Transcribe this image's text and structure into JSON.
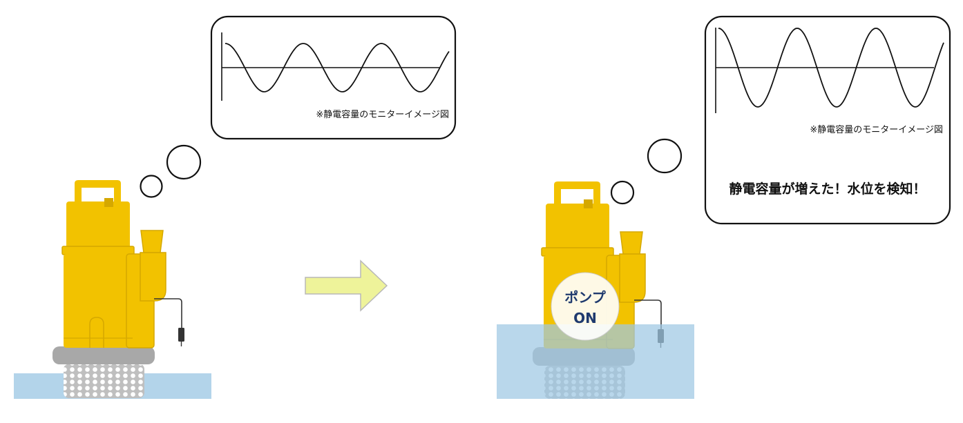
{
  "left_panel": {
    "monitor_note": "※静電容量のモニターイメージ図"
  },
  "right_panel": {
    "monitor_note": "※静電容量のモニターイメージ図",
    "alert_text": "静電容量が増えた！水位を検知！",
    "pump_badge_line1": "ポンプ",
    "pump_badge_line2": "ON"
  },
  "colors": {
    "pump_yellow": "#f2c200",
    "pump_outline": "#d5a800",
    "base_gray": "#a8a8a8",
    "water_blue": "#b3d4ea",
    "arrow_fill": "#eef39a",
    "badge_text": "#1f3a6e"
  }
}
